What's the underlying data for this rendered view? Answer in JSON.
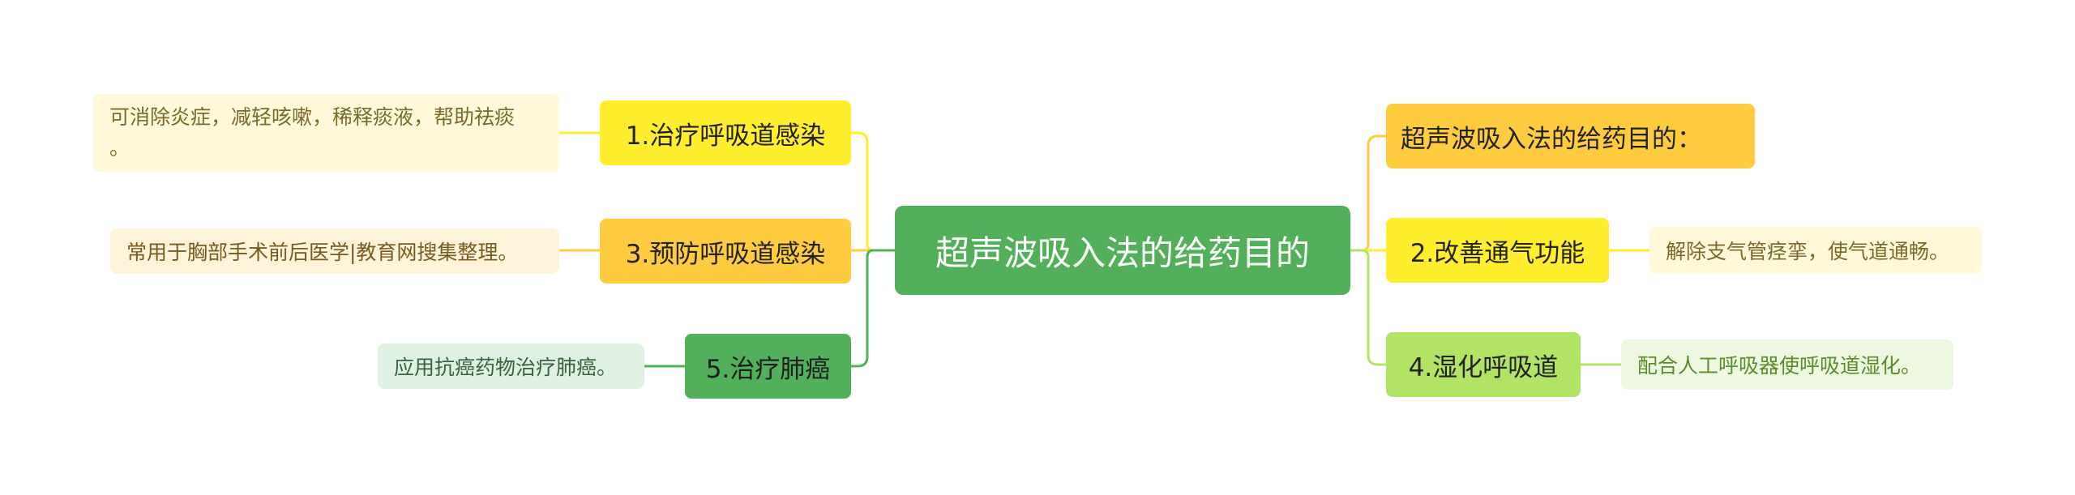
{
  "center": {
    "label": "超声波吸入法的给药目的",
    "color": "#52b05a"
  },
  "left_branches": [
    {
      "label": "1.治疗呼吸道感染",
      "color": "#ffee2e",
      "leaf": "可消除炎症，减轻咳嗽，稀释痰液，帮助祛痰",
      "leaf_cont": "。"
    },
    {
      "label": "3.预防呼吸道感染",
      "color": "#ffcb3f",
      "leaf": "常用于胸部手术前后医学|教育网搜集整理。"
    },
    {
      "label": "5.治疗肺癌",
      "color": "#52b05a",
      "leaf": "应用抗癌药物治疗肺癌。"
    }
  ],
  "right_branches": [
    {
      "label": "超声波吸入法的给药目的：",
      "color": "#ffcb3f"
    },
    {
      "label": "2.改善通气功能",
      "color": "#ffee2e",
      "leaf": "解除支气管痉挛，使气道通畅。"
    },
    {
      "label": "4.湿化呼吸道",
      "color": "#b1e465",
      "leaf": "配合人工呼吸器使呼吸道湿化。"
    }
  ]
}
